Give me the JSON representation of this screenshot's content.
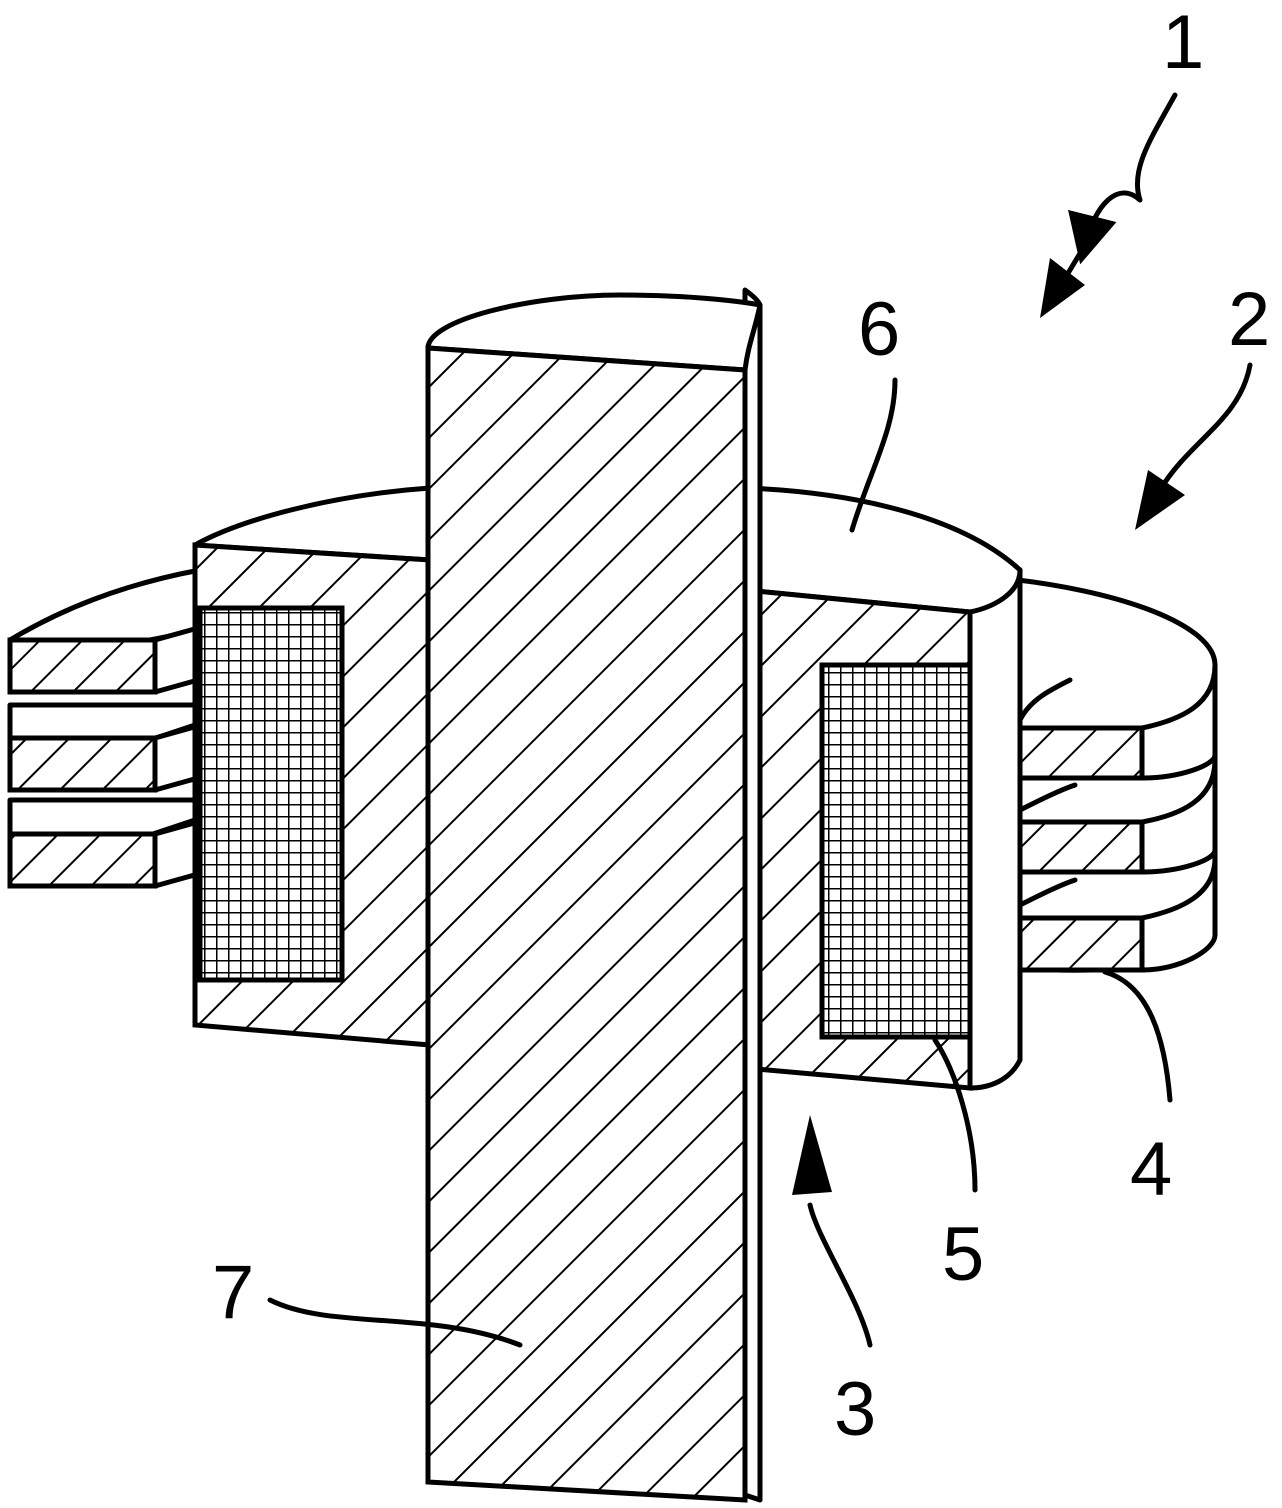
{
  "figure": {
    "labels": {
      "l1": "1",
      "l2": "2",
      "l3": "3",
      "l4": "4",
      "l5": "5",
      "l6": "6",
      "l7": "7"
    },
    "colors": {
      "ink": "#000000",
      "paper": "#ffffff"
    }
  }
}
